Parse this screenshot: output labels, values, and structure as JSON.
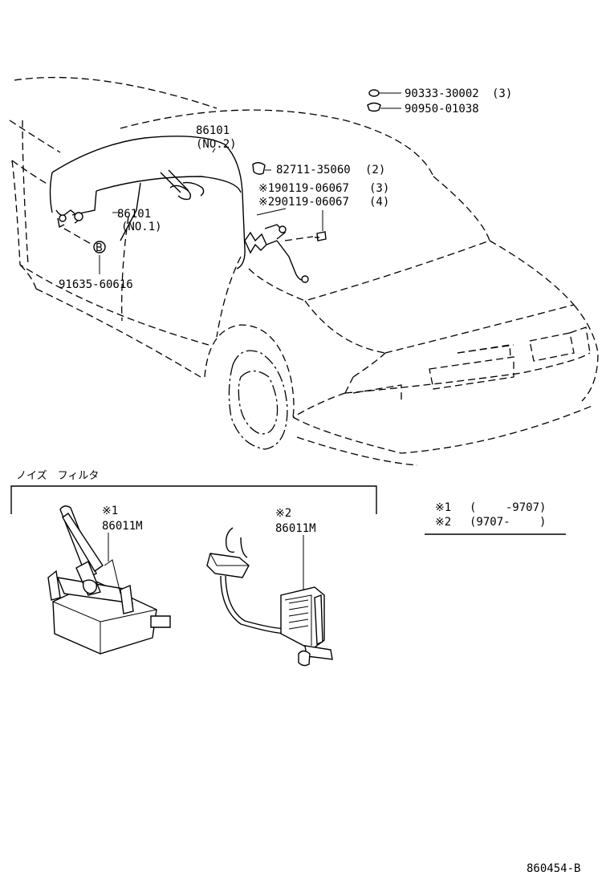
{
  "parts": {
    "p1": {
      "number": "90333-30002",
      "qty": "(3)"
    },
    "p2": {
      "number": "90950-01038"
    },
    "p3": {
      "number": "82711-35060",
      "qty": "(2)"
    },
    "p4": {
      "number": "※190119-06067",
      "qty": "(3)"
    },
    "p5": {
      "number": "※290119-06067",
      "qty": "(4)"
    },
    "p6": {
      "number": "86101",
      "sub": "(NO.2)"
    },
    "p7": {
      "number": "86101",
      "sub": "(NO.1)"
    },
    "p8": {
      "number": "91635-60616",
      "badge": "B"
    }
  },
  "noise_filter": {
    "heading": "ノイズ　フィルタ",
    "item1": {
      "mark": "※1",
      "number": "86011M"
    },
    "item2": {
      "mark": "※2",
      "number": "86011M"
    }
  },
  "legend": {
    "row1": {
      "mark": "※1",
      "range": "(　　 -9707)"
    },
    "row2": {
      "mark": "※2",
      "range": "(9707-　　 )"
    }
  },
  "footer": {
    "code": "860454-B"
  }
}
